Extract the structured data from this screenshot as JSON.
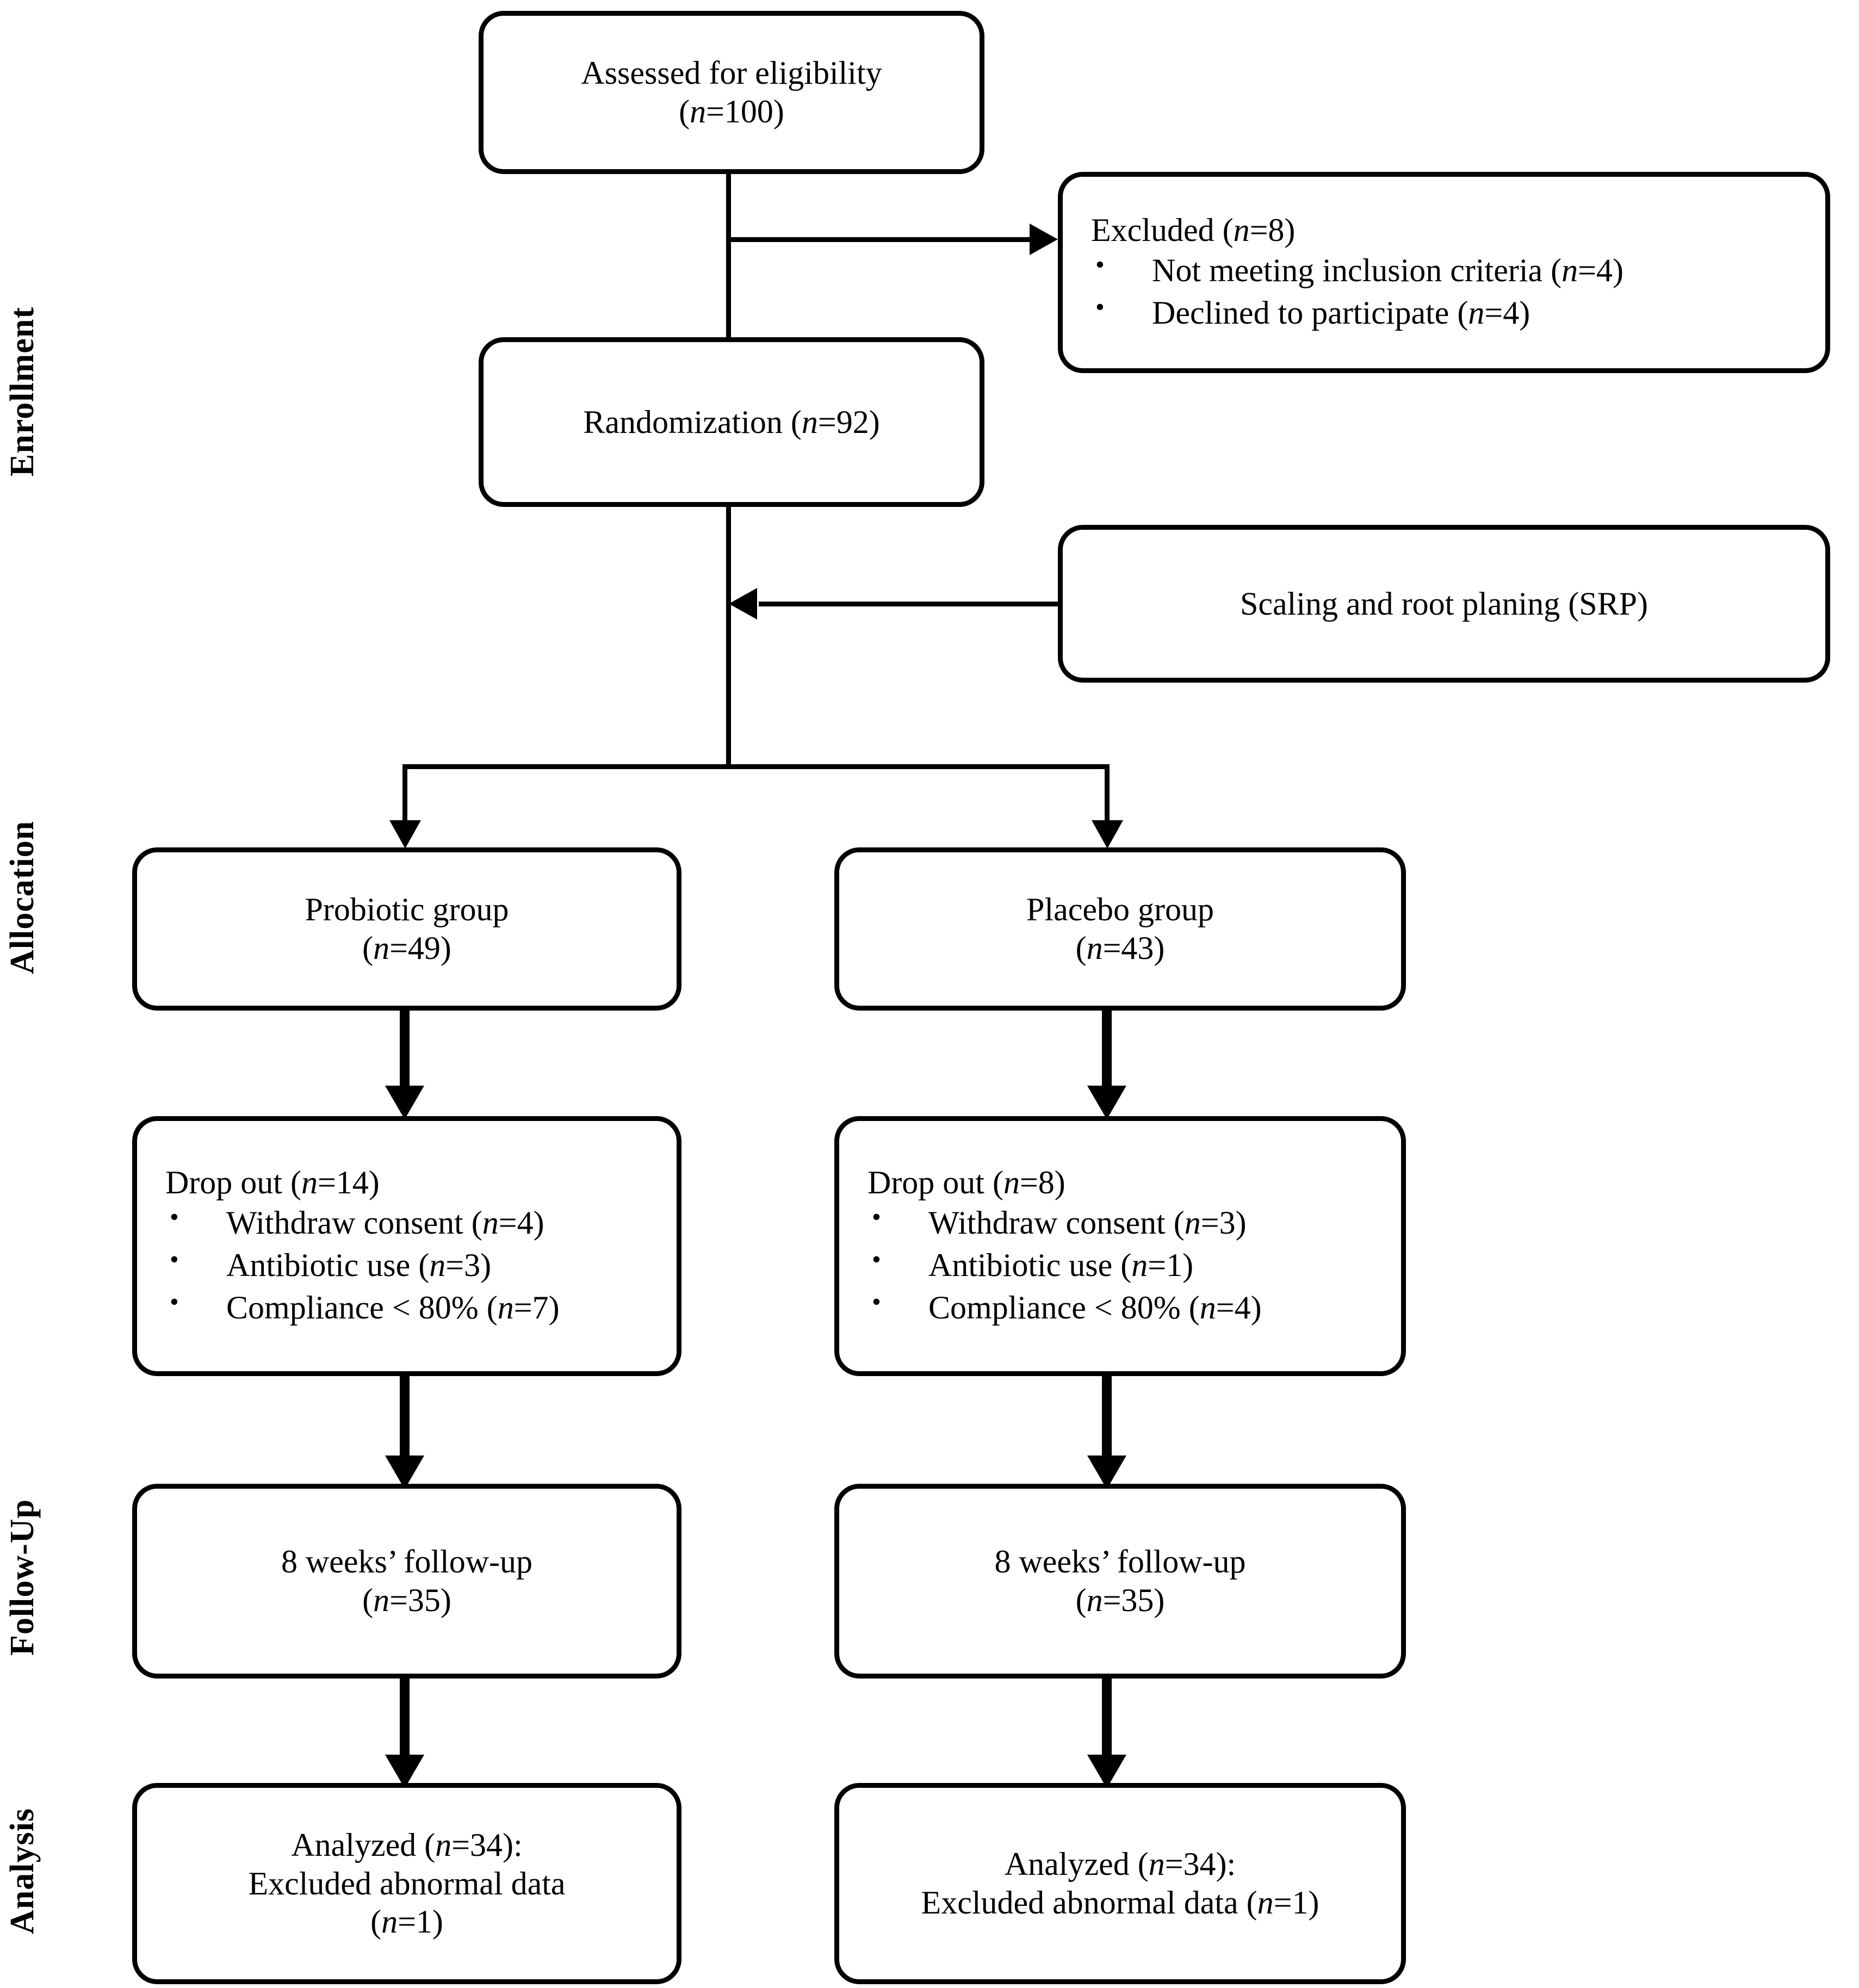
{
  "diagram": {
    "title": "CONSORT participant flow diagram",
    "accent_color": "#000000",
    "background_color": "#ffffff"
  },
  "stages": [
    {
      "id": "enrollment",
      "label": "Enrollment"
    },
    {
      "id": "allocation",
      "label": "Allocation"
    },
    {
      "id": "followup",
      "label": "Follow-Up"
    },
    {
      "id": "analysis",
      "label": "Analysis"
    }
  ],
  "nodes": {
    "assessed": {
      "lines": [
        "Assessed for eligibility",
        "(n=100)"
      ],
      "line1": "Assessed for eligibility",
      "line2_pre": "(",
      "line2_italic": "n",
      "line2_post": "=100)"
    },
    "excluded": {
      "heading_pre": "Excluded (",
      "heading_italic": "n",
      "heading_post": "=8)",
      "bullets": [
        {
          "text_pre": "Not meeting inclusion criteria (",
          "italic": "n",
          "text_post": "=4)"
        },
        {
          "text_pre": "Declined to participate (",
          "italic": "n",
          "text_post": "=4)"
        }
      ]
    },
    "randomization": {
      "line1_pre": "Randomization (",
      "line1_italic": "n",
      "line1_post": "=92)"
    },
    "srp": {
      "line1": "Scaling and root planing (SRP)"
    },
    "probiotic_group": {
      "line1": "Probiotic group",
      "line2_pre": "(",
      "line2_italic": "n",
      "line2_post": "=49)"
    },
    "placebo_group": {
      "line1": "Placebo group",
      "line2_pre": "(",
      "line2_italic": "n",
      "line2_post": "=43)"
    },
    "dropout_probiotic": {
      "heading_pre": "Drop out (",
      "heading_italic": "n",
      "heading_post": "=14)",
      "bullets": [
        {
          "text_pre": "Withdraw consent (",
          "italic": "n",
          "text_post": "=4)"
        },
        {
          "text_pre": "Antibiotic use (",
          "italic": "n",
          "text_post": "=3)"
        },
        {
          "text_pre": "Compliance < 80% (",
          "italic": "n",
          "text_post": "=7)"
        }
      ]
    },
    "dropout_placebo": {
      "heading_pre": "Drop out (",
      "heading_italic": "n",
      "heading_post": "=8)",
      "bullets": [
        {
          "text_pre": "Withdraw consent (",
          "italic": "n",
          "text_post": "=3)"
        },
        {
          "text_pre": "Antibiotic use (",
          "italic": "n",
          "text_post": "=1)"
        },
        {
          "text_pre": "Compliance < 80% (",
          "italic": "n",
          "text_post": "=4)"
        }
      ]
    },
    "followup_probiotic": {
      "line1": "8 weeks’ follow-up",
      "line2_pre": "(",
      "line2_italic": "n",
      "line2_post": "=35)"
    },
    "followup_placebo": {
      "line1": "8 weeks’ follow-up",
      "line2_pre": "(",
      "line2_italic": "n",
      "line2_post": "=35)"
    },
    "analyzed_probiotic": {
      "line1_pre": "Analyzed (",
      "line1_italic": "n",
      "line1_post": "=34):",
      "line2": "Excluded abnormal data",
      "line3_pre": "(",
      "line3_italic": "n",
      "line3_post": "=1)"
    },
    "analyzed_placebo": {
      "line1_pre": "Analyzed (",
      "line1_italic": "n",
      "line1_post": "=34):",
      "line2_pre": "Excluded abnormal data (",
      "line2_italic": "n",
      "line2_post": "=1)"
    }
  },
  "flow_data": {
    "type": "flowchart",
    "assessed_for_eligibility": 100,
    "excluded_total": 8,
    "excluded_reasons": [
      {
        "reason": "Not meeting inclusion criteria",
        "n": 4
      },
      {
        "reason": "Declined to participate",
        "n": 4
      }
    ],
    "randomized": 92,
    "intervention_all": "Scaling and root planing (SRP)",
    "arms": [
      {
        "name": "Probiotic group",
        "allocated": 49,
        "dropout_total": 14,
        "dropout_reasons": [
          {
            "reason": "Withdraw consent",
            "n": 4
          },
          {
            "reason": "Antibiotic use",
            "n": 3
          },
          {
            "reason": "Compliance < 80%",
            "n": 7
          }
        ],
        "followed_up_8_weeks": 35,
        "analyzed": 34,
        "excluded_abnormal_data": 1
      },
      {
        "name": "Placebo group",
        "allocated": 43,
        "dropout_total": 8,
        "dropout_reasons": [
          {
            "reason": "Withdraw consent",
            "n": 3
          },
          {
            "reason": "Antibiotic use",
            "n": 1
          },
          {
            "reason": "Compliance < 80%",
            "n": 4
          }
        ],
        "followed_up_8_weeks": 35,
        "analyzed": 34,
        "excluded_abnormal_data": 1
      }
    ]
  }
}
